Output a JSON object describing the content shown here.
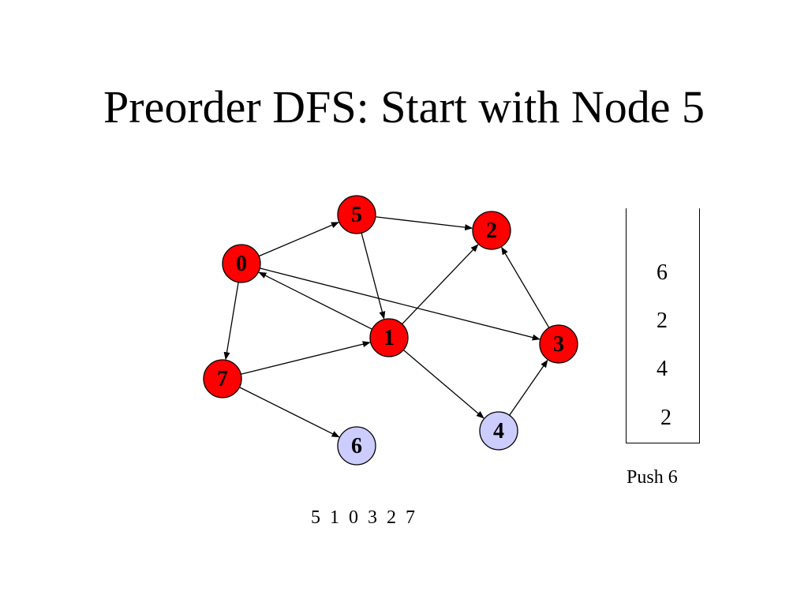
{
  "title": "Preorder DFS: Start with Node 5",
  "colors": {
    "visited": "#ff0000",
    "discovered": "#ccccff",
    "edge": "#000000"
  },
  "graph": {
    "nodes": [
      {
        "id": "5",
        "state": "visited"
      },
      {
        "id": "2",
        "state": "visited"
      },
      {
        "id": "0",
        "state": "visited"
      },
      {
        "id": "1",
        "state": "visited"
      },
      {
        "id": "3",
        "state": "visited"
      },
      {
        "id": "7",
        "state": "visited"
      },
      {
        "id": "4",
        "state": "discovered"
      },
      {
        "id": "6",
        "state": "discovered"
      }
    ],
    "edges": [
      {
        "from": "0",
        "to": "5"
      },
      {
        "from": "5",
        "to": "2"
      },
      {
        "from": "5",
        "to": "1"
      },
      {
        "from": "1",
        "to": "0"
      },
      {
        "from": "0",
        "to": "3"
      },
      {
        "from": "0",
        "to": "7"
      },
      {
        "from": "1",
        "to": "2"
      },
      {
        "from": "3",
        "to": "2"
      },
      {
        "from": "7",
        "to": "1"
      },
      {
        "from": "1",
        "to": "4"
      },
      {
        "from": "4",
        "to": "3"
      },
      {
        "from": "7",
        "to": "6"
      }
    ]
  },
  "stack": {
    "items": [
      "6",
      "2",
      "4",
      "2"
    ],
    "action": "Push 6"
  },
  "visit_order": "5  1  0  3  2  7"
}
